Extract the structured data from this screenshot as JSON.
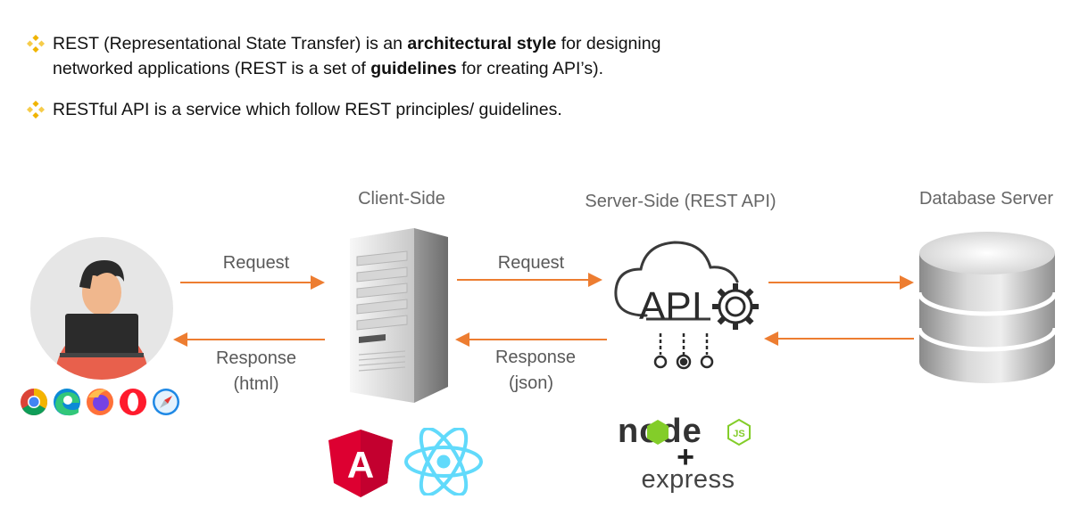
{
  "bullets": [
    {
      "line1": {
        "pre": "REST (Representational State Transfer) is an ",
        "bold1": "architectural style",
        "post": " for designing"
      },
      "line2": {
        "pre": "networked applications (REST is a set of ",
        "bold": "guidelines",
        "post": " for creating API’s)."
      }
    },
    {
      "text": "RESTful API is a service which follow REST principles/ guidelines."
    }
  ],
  "diagram": {
    "client_heading": "Client-Side",
    "server_heading": "Server-Side (REST API)",
    "db_heading": "Database Server",
    "request_label_1": "Request",
    "response_label_1": "Response",
    "response_type_1": "(html)",
    "request_label_2": "Request",
    "response_label_2": "Response",
    "response_type_2": "(json)",
    "api_text": "API",
    "node_logo_text": "node",
    "js_badge": "JS",
    "plus": "+",
    "express_text": "express",
    "angular_letter": "A"
  },
  "colors": {
    "accent_bullet": "#f0b400",
    "arrow": "#ed7d31",
    "label_gray": "#595959",
    "node_green": "#83cd29",
    "angular_red": "#dd0031",
    "react_blue": "#61dafb"
  },
  "icons": [
    "diamond-bullet-icon",
    "user-laptop-icon",
    "chrome-icon",
    "edge-icon",
    "firefox-icon",
    "opera-icon",
    "safari-icon",
    "server-tower-icon",
    "api-cloud-icon",
    "database-icon",
    "angular-logo",
    "react-logo",
    "nodejs-logo",
    "express-logo"
  ]
}
